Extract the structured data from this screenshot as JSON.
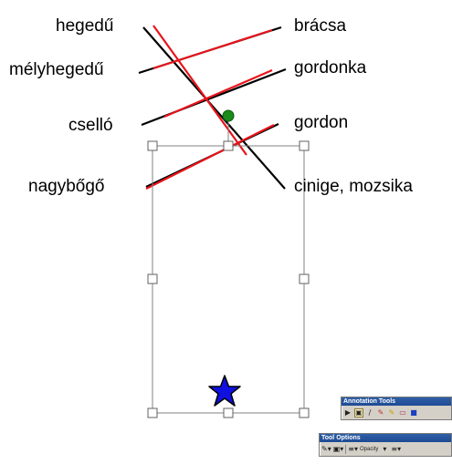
{
  "labels_left": [
    "hegedű",
    "mélyhegedű",
    "cselló",
    "nagybőgő"
  ],
  "labels_right": [
    "brácsa",
    "gordonka",
    "gordon",
    "cinige, mozsika"
  ],
  "annotation_toolbar": {
    "title": "Annotation Tools",
    "icons": [
      "select-icon",
      "text-icon",
      "line-icon",
      "pen-icon",
      "highlighter-icon",
      "eraser-icon",
      "color-icon"
    ]
  },
  "tool_options_toolbar": {
    "title": "Tool Options",
    "opacity_label": "Opacity"
  },
  "colors": {
    "ink": "#000000",
    "answer": "#e8141c",
    "handle_green": "#1a8a1a",
    "star_fill": "#1010e0",
    "frame": "#808080"
  }
}
